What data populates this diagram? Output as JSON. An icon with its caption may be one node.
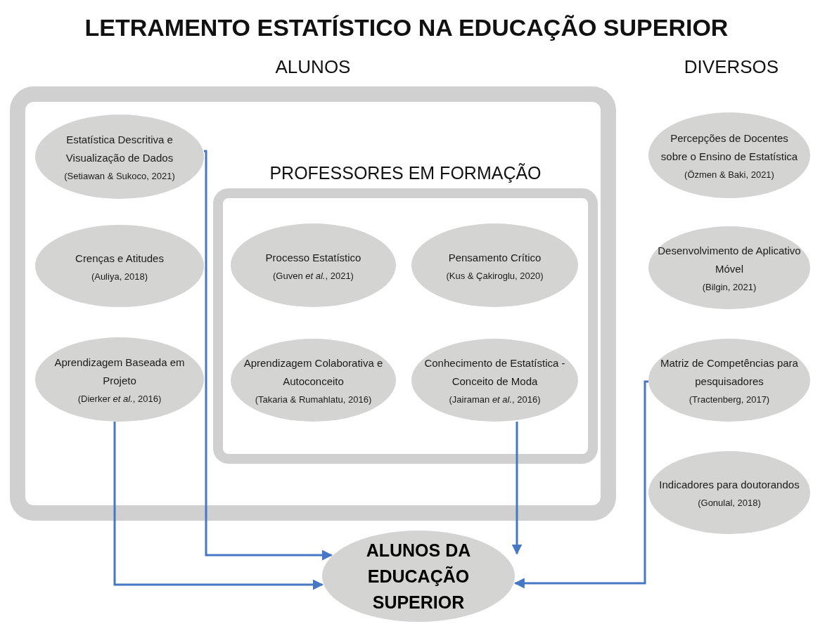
{
  "diagram": {
    "title": "LETRAMENTO ESTATÍSTICO NA EDUCAÇÃO SUPERIOR",
    "nodes": [
      {
        "text": [
          "ALUNOS"
        ]
      },
      {
        "text": [
          "Estatística Descritiva e Visualização de Dados",
          "(Setiawan & Sukoco, 2021)"
        ],
        "in": 0
      },
      {
        "text": [
          "Crenças e Atitudes",
          "(Auliya, 2018)"
        ],
        "in": 0
      },
      {
        "text": [
          "Aprendizagem Baseada em Projeto",
          "(Dierker *et al.*, 2016)"
        ],
        "in": 0
      },
      {
        "text": [
          "PROFESSORES EM FORMAÇÃO"
        ],
        "in": 0
      },
      {
        "text": [
          "Processo Estatístico",
          "(Guven *et al.*, 2021)"
        ],
        "in": 4
      },
      {
        "text": [
          "Pensamento Crítico",
          "(Kus & Çakiroglu, 2020)"
        ],
        "in": 4
      },
      {
        "text": [
          "Aprendizagem Colaborativa e Autoconceito",
          "(Takaria & Rumahlatu, 2016)"
        ],
        "in": 4
      },
      {
        "text": [
          "Conhecimento de Estatística - Conceito de Moda",
          "(Jairaman *et al.*, 2016)"
        ],
        "in": 4
      },
      {
        "text": [
          "Percepções de Docentes sobre o Ensino de Estatística",
          "(Özmen & Baki, 2021)"
        ]
      },
      {
        "text": [
          "Desenvolvimento de Aplicativo Móvel",
          "(Bilgin, 2021)"
        ]
      },
      {
        "text": [
          "Matriz de Competências para pesquisadores",
          "(Tractenberg, 2017)"
        ]
      },
      {
        "text": [
          "Indicadores para doutorandos",
          "(Gonulal, 2018)"
        ]
      },
      {
        "text": [
          "ALUNOS DA EDUCAÇÃO SUPERIOR"
        ]
      }
    ],
    "edges": [
      {
        "from": 1,
        "to": 13,
        "arrow": "to"
      },
      {
        "from": 3,
        "to": 13,
        "arrow": "to"
      },
      {
        "from": 8,
        "to": 13,
        "arrow": "to"
      },
      {
        "from": 11,
        "to": 13,
        "arrow": "to"
      }
    ],
    "labels": [
      "DIVERSOS"
    ]
  }
}
